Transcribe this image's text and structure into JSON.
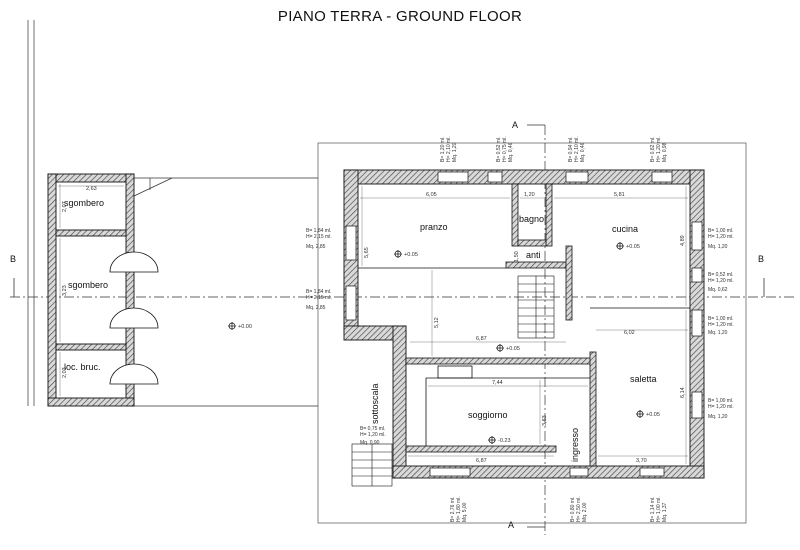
{
  "title": "PIANO TERRA - GROUND FLOOR",
  "rooms": {
    "pranzo": "pranzo",
    "bagno": "bagno",
    "cucina": "cucina",
    "anti": "anti",
    "soggiorno": "soggiorno",
    "saletta": "saletta",
    "ingresso": "ingresso",
    "sottoscala": "sottoscala",
    "sgombero_top": "sgombero",
    "sgombero_mid": "sgombero",
    "loc_bruc": "loc. bruc."
  },
  "levels": {
    "pranzo": "+0.05",
    "cucina": "+0.05",
    "corridor": "+0.05",
    "saletta": "+0.05",
    "soggiorno": "-0.23",
    "outside": "+0.00"
  },
  "dimensions": {
    "pranzo_w": "6,05",
    "bagno_w": "1,20",
    "cucina_w": "5,81",
    "pranzo_h": "5,65",
    "cucina_h": "4,89",
    "stair_h": "5,12",
    "corridor_w": "6,87",
    "saletta_lower_w": "6,02",
    "soggiorno_w": "7,44",
    "soggiorno_h": "3,63",
    "saletta_h": "6,14",
    "soggiorno_bottom_w": "6,87",
    "saletta_bottom_w": "3,70",
    "anti_w": "1,50",
    "shed_w": "2,63",
    "shed_h1": "2,07",
    "shed_h2": "3,23",
    "shed_h3": "2,03"
  },
  "windows": {
    "top1": [
      "B= 1,20 ml.",
      "H= 2,10 ml.",
      "Mq. 1,20"
    ],
    "top2": [
      "B= 0,52 ml.",
      "H= 0,75 ml.",
      "Mq. 0,46"
    ],
    "top3": [
      "B= 0,94 ml.",
      "H= 2,10 ml.",
      "Mq. 0,46"
    ],
    "top4": [
      "B= 0,82 ml.",
      "H= 1,20 ml.",
      "Mq. 0,98"
    ],
    "left1": [
      "B= 1,84 ml.",
      "H= 2,15 ml.",
      "Mq. 2,85"
    ],
    "left2": [
      "B= 1,84 ml.",
      "H= 2,15 ml.",
      "Mq. 2,85"
    ],
    "left3": [
      "B= 0,75 ml.",
      "H= 1,20 ml.",
      "Mq. 0,90"
    ],
    "right1": [
      "B= 1,00 ml.",
      "H= 1,20 ml.",
      "Mq. 1,20"
    ],
    "right2": [
      "B= 0,52 ml.",
      "H= 1,20 ml.",
      "Mq. 0,62"
    ],
    "right3": [
      "B= 1,00 ml.",
      "H= 1,20 ml.",
      "Mq. 1,20"
    ],
    "right4": [
      "B= 1,00 ml.",
      "H= 1,20 ml.",
      "Mq. 1,20"
    ],
    "bot1": [
      "B= 2,76 ml.",
      "H= 1,80 ml.",
      "Mq. 5,00"
    ],
    "bot2": [
      "B= 0,80 ml.",
      "H= 2,50 ml.",
      "Mq. 2,00"
    ],
    "bot3": [
      "B= 1,14 ml.",
      "H= 1,00 ml.",
      "Mq. 1,37"
    ]
  },
  "sections": {
    "a_top": "A",
    "a_bottom": "A",
    "b_left": "B",
    "b_right": "B"
  }
}
